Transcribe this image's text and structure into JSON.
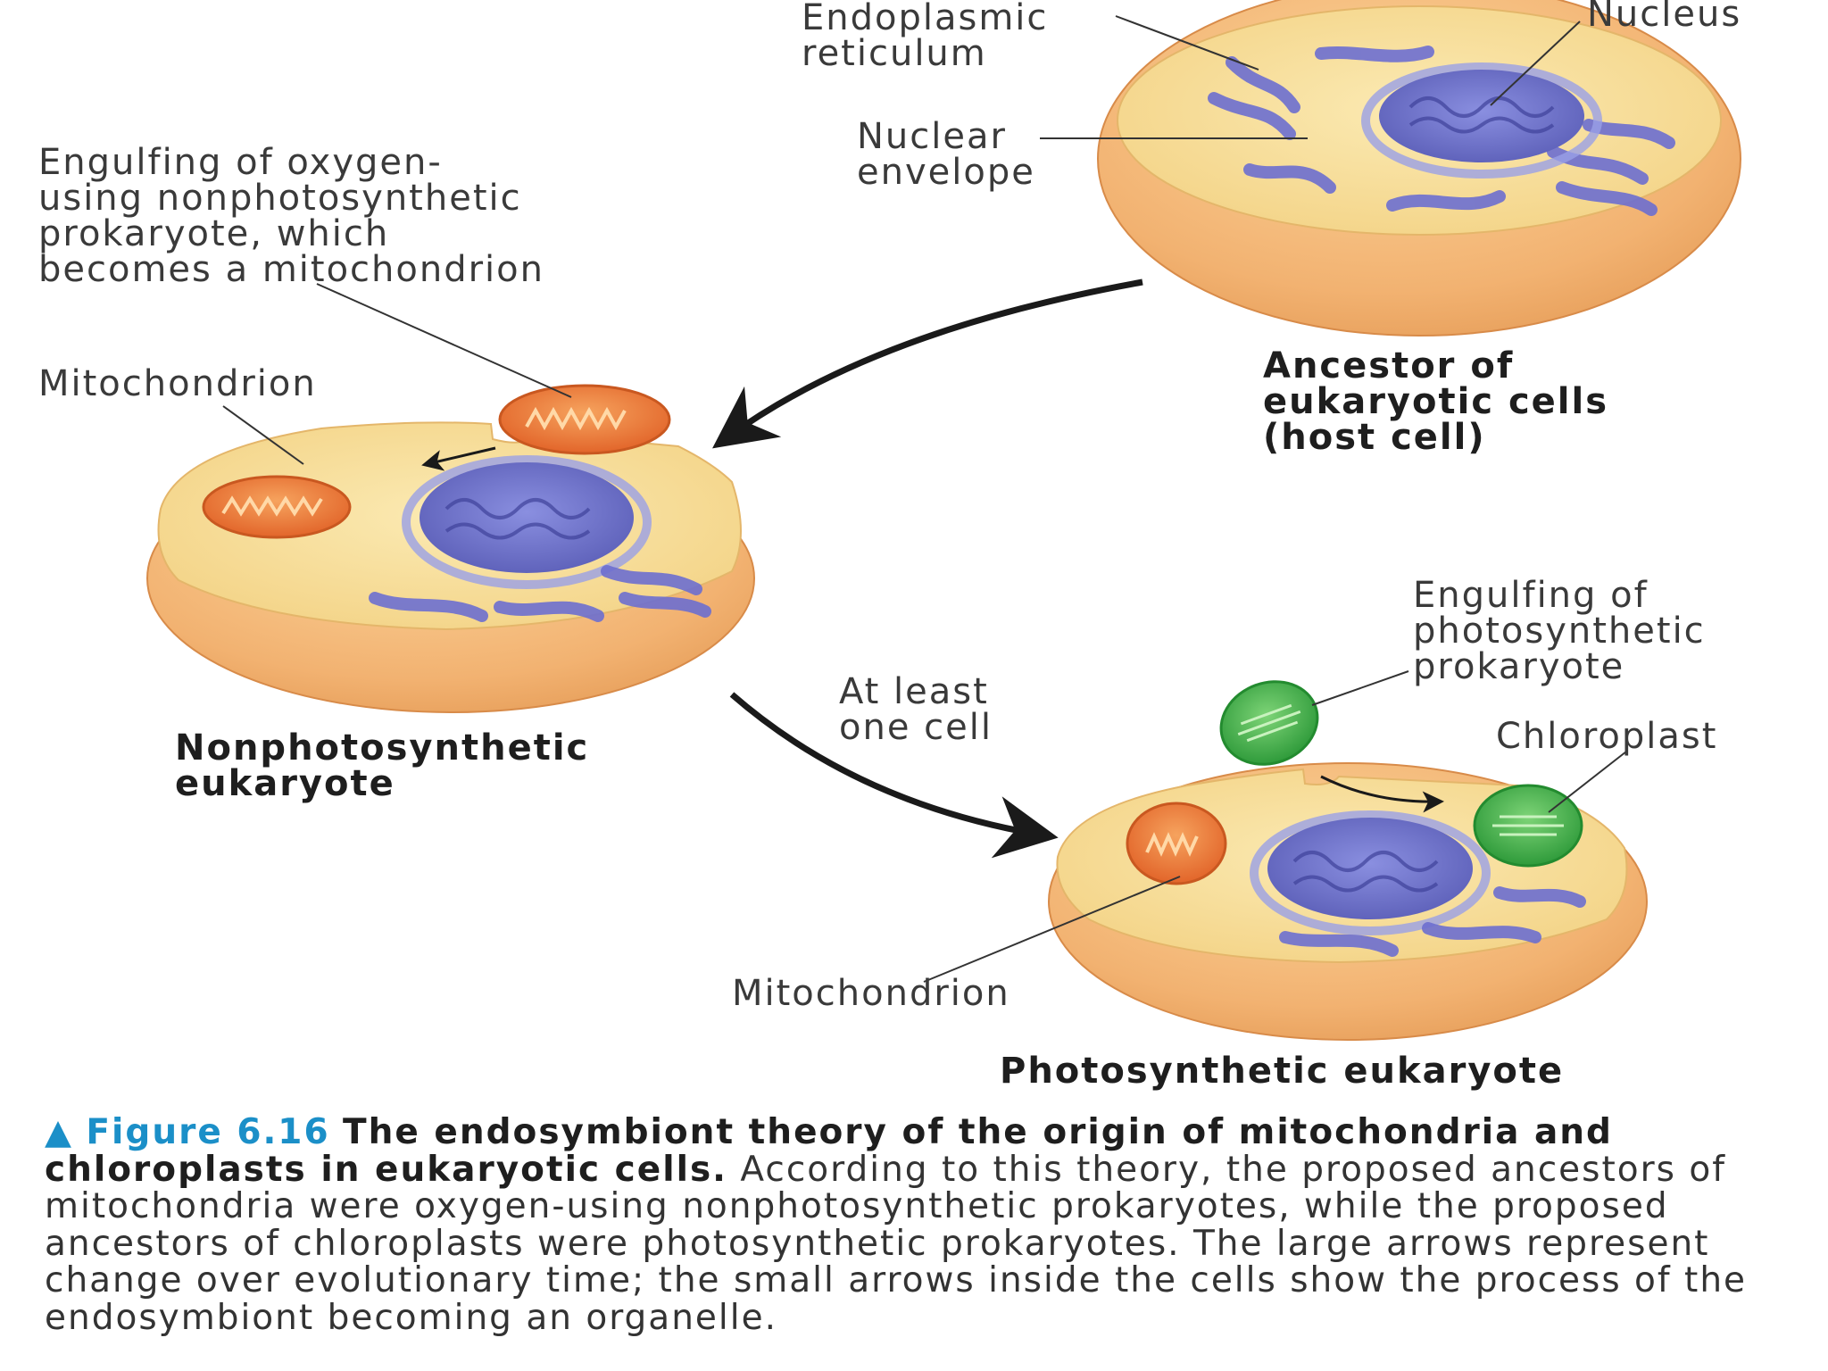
{
  "labels": {
    "endoplasmic_reticulum": "Endoplasmic\nreticulum",
    "nucleus": "Nucleus",
    "nuclear_envelope": "Nuclear\nenvelope",
    "engulfing_oxygen": "Engulfing of oxygen-\nusing nonphotosynthetic\nprokaryote, which\nbecomes a mitochondrion",
    "mitochondrion_top": "Mitochondrion",
    "ancestor": "Ancestor of\neukaryotic cells\n(host cell)",
    "nonphoto_euk": "Nonphotosynthetic\neukaryote",
    "at_least_one_cell": "At least\none cell",
    "engulfing_photo": "Engulfing of\nphotosynthetic\nprokaryote",
    "chloroplast": "Chloroplast",
    "mitochondrion_bottom": "Mitochondrion",
    "photo_euk": "Photosynthetic eukaryote"
  },
  "caption": {
    "marker": "▲",
    "figure_number": "Figure 6.16",
    "title": "The endosymbiont theory of the origin of mitochondria and chloroplasts in eukaryotic cells.",
    "body": "According to this theory, the proposed ancestors of mitochondria were oxygen-using nonphotosynthetic prokaryotes, while the proposed ancestors of chloroplasts were photosynthetic prokaryotes. The large arrows represent change over evolutionary time; the small arrows inside the cells show the process of the endosymbiont becoming an organelle."
  },
  "colors": {
    "cell_outer": "#f0b072",
    "cell_inner": "#f7dc93",
    "nucleus": "#6f74c8",
    "er": "#6d6fd0",
    "mitochondrion": "#e8742e",
    "chloroplast": "#3fb142",
    "caption_accent": "#1b8fc8"
  }
}
